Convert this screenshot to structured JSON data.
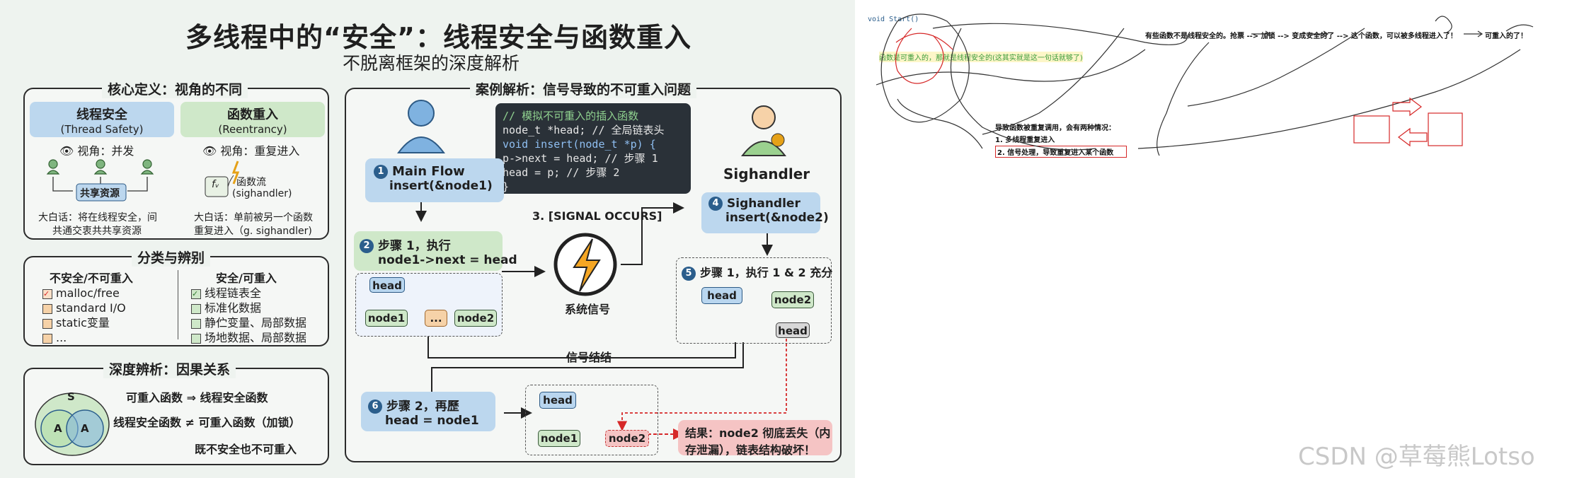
{
  "left": {
    "title": "多线程中的“安全”：线程安全与函数重入",
    "subtitle": "不脱离框架的深度解析",
    "core": {
      "title": "核心定义：视角的不同",
      "col1_title": "线程安全",
      "col1_en": "(Thread Safety)",
      "col1_view": "视角：并发",
      "col1_resource": "共享资源",
      "col1_note1": "大白话：将在线程安全，间",
      "col1_note2": "共通交衷共共享资源",
      "col2_title": "函数重入",
      "col2_en": "(Reentrancy)",
      "col2_view": "视角：重复进入",
      "col2_fx": "fᵥ",
      "col2_flow1": "函数流",
      "col2_flow2": "(sighandler)",
      "col2_note1": "大白话：单前被另一个函数",
      "col2_note2": "重复进入（g. sighandler)"
    },
    "classify": {
      "title": "分类与辨别",
      "left_head": "不安全/不可重入",
      "left_items": [
        "malloc/free",
        "standard I/O",
        "static变量",
        "..."
      ],
      "right_head": "安全/可重入",
      "right_items": [
        "线程链表全",
        "标准化数据",
        "静伫变量、局部数据",
        "场地数据、局部数据"
      ]
    },
    "depth": {
      "title": "深度辨析：因果关系",
      "venn_s": "S",
      "venn_a1": "A",
      "venn_a2": "A",
      "line1": "可重入函数 ⇒ 线程安全函数",
      "line2": "线程安全函数 ≠ 可重入函数（加锁）",
      "line3": "既不安全也不可重入"
    },
    "case": {
      "title": "案例解析：信号导致的不可重入问题",
      "code": [
        "// 模拟不可重入的插入函数",
        "node_t *head; // 全局链表头",
        "void insert(node_t *p) {",
        "    p->next = head; // 步骤 1",
        "    head = p;       // 步骤 2",
        "}"
      ],
      "main_flow_num": "1",
      "main_flow_1": "Main Flow",
      "main_flow_2": "insert(&node1)",
      "sighandler_label": "Sighandler",
      "step2_num": "2",
      "step2_1": "步骤 1，执行",
      "step2_2": "node1->next = head",
      "signal_occurs": "3. [SIGNAL OCCURS]",
      "signal_label": "系统信号",
      "step4_num": "4",
      "step4_1": "Sighandler",
      "step4_2": "insert(&node2)",
      "step5_num": "5",
      "step5": "步骤 1，执行 1 & 2 充分",
      "signal_end": "信号结结",
      "step6_num": "6",
      "step6_1": "步骤 2，再歷",
      "step6_2": "head = node1",
      "result1": "结果：node2 彻底丢失（内",
      "result2": "存泄漏），链表结构破坏！",
      "node_head": "head",
      "node1": "node1",
      "node_dots": "...",
      "node2": "node2"
    }
  },
  "notes": {
    "code_line": "void Start()",
    "top_note": "有些函数不是线程安全的。抢票 --> 加锁 --> 变成安全的了 --> 这个函数，可以被多线程进入了！",
    "top_note_end": "可重入的了！",
    "highlight_note": "函数是可重入的，那就是线程安全的(这其实就是这一句话就够了)",
    "list_head": "导致函数被重复调用，会有两种情况：",
    "list_1": "1. 多线程重复进入",
    "list_2": "2. 信号处理，导致重复进入某个函数"
  },
  "watermark": "CSDN @草莓熊Lotso",
  "colors": {
    "accent_blue": "#2b5e8c",
    "red": "#d62828",
    "green_code": "#3a9b3a"
  }
}
